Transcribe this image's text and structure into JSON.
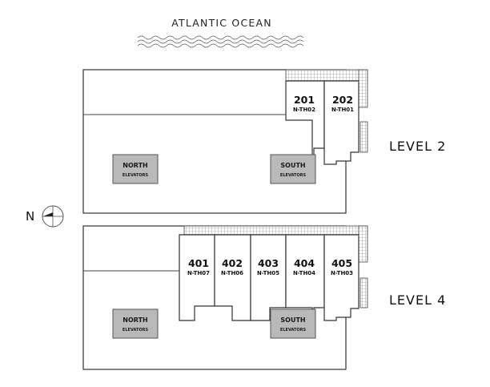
{
  "ocean_label": "ATLANTIC OCEAN",
  "north_label": "N",
  "levels": [
    {
      "label": "LEVEL 2",
      "north_elevator": [
        "NORTH",
        "ELEVATORS"
      ],
      "south_elevator": [
        "SOUTH",
        "ELEVATORS"
      ],
      "units": [
        {
          "number": "201",
          "code": "N-TH02"
        },
        {
          "number": "202",
          "code": "N-TH01"
        }
      ]
    },
    {
      "label": "LEVEL 4",
      "north_elevator": [
        "NORTH",
        "ELEVATORS"
      ],
      "south_elevator": [
        "SOUTH",
        "ELEVATORS"
      ],
      "units": [
        {
          "number": "401",
          "code": "N-TH07"
        },
        {
          "number": "402",
          "code": "N-TH06"
        },
        {
          "number": "403",
          "code": "N-TH05"
        },
        {
          "number": "404",
          "code": "N-TH04"
        },
        {
          "number": "405",
          "code": "N-TH03"
        }
      ]
    }
  ]
}
